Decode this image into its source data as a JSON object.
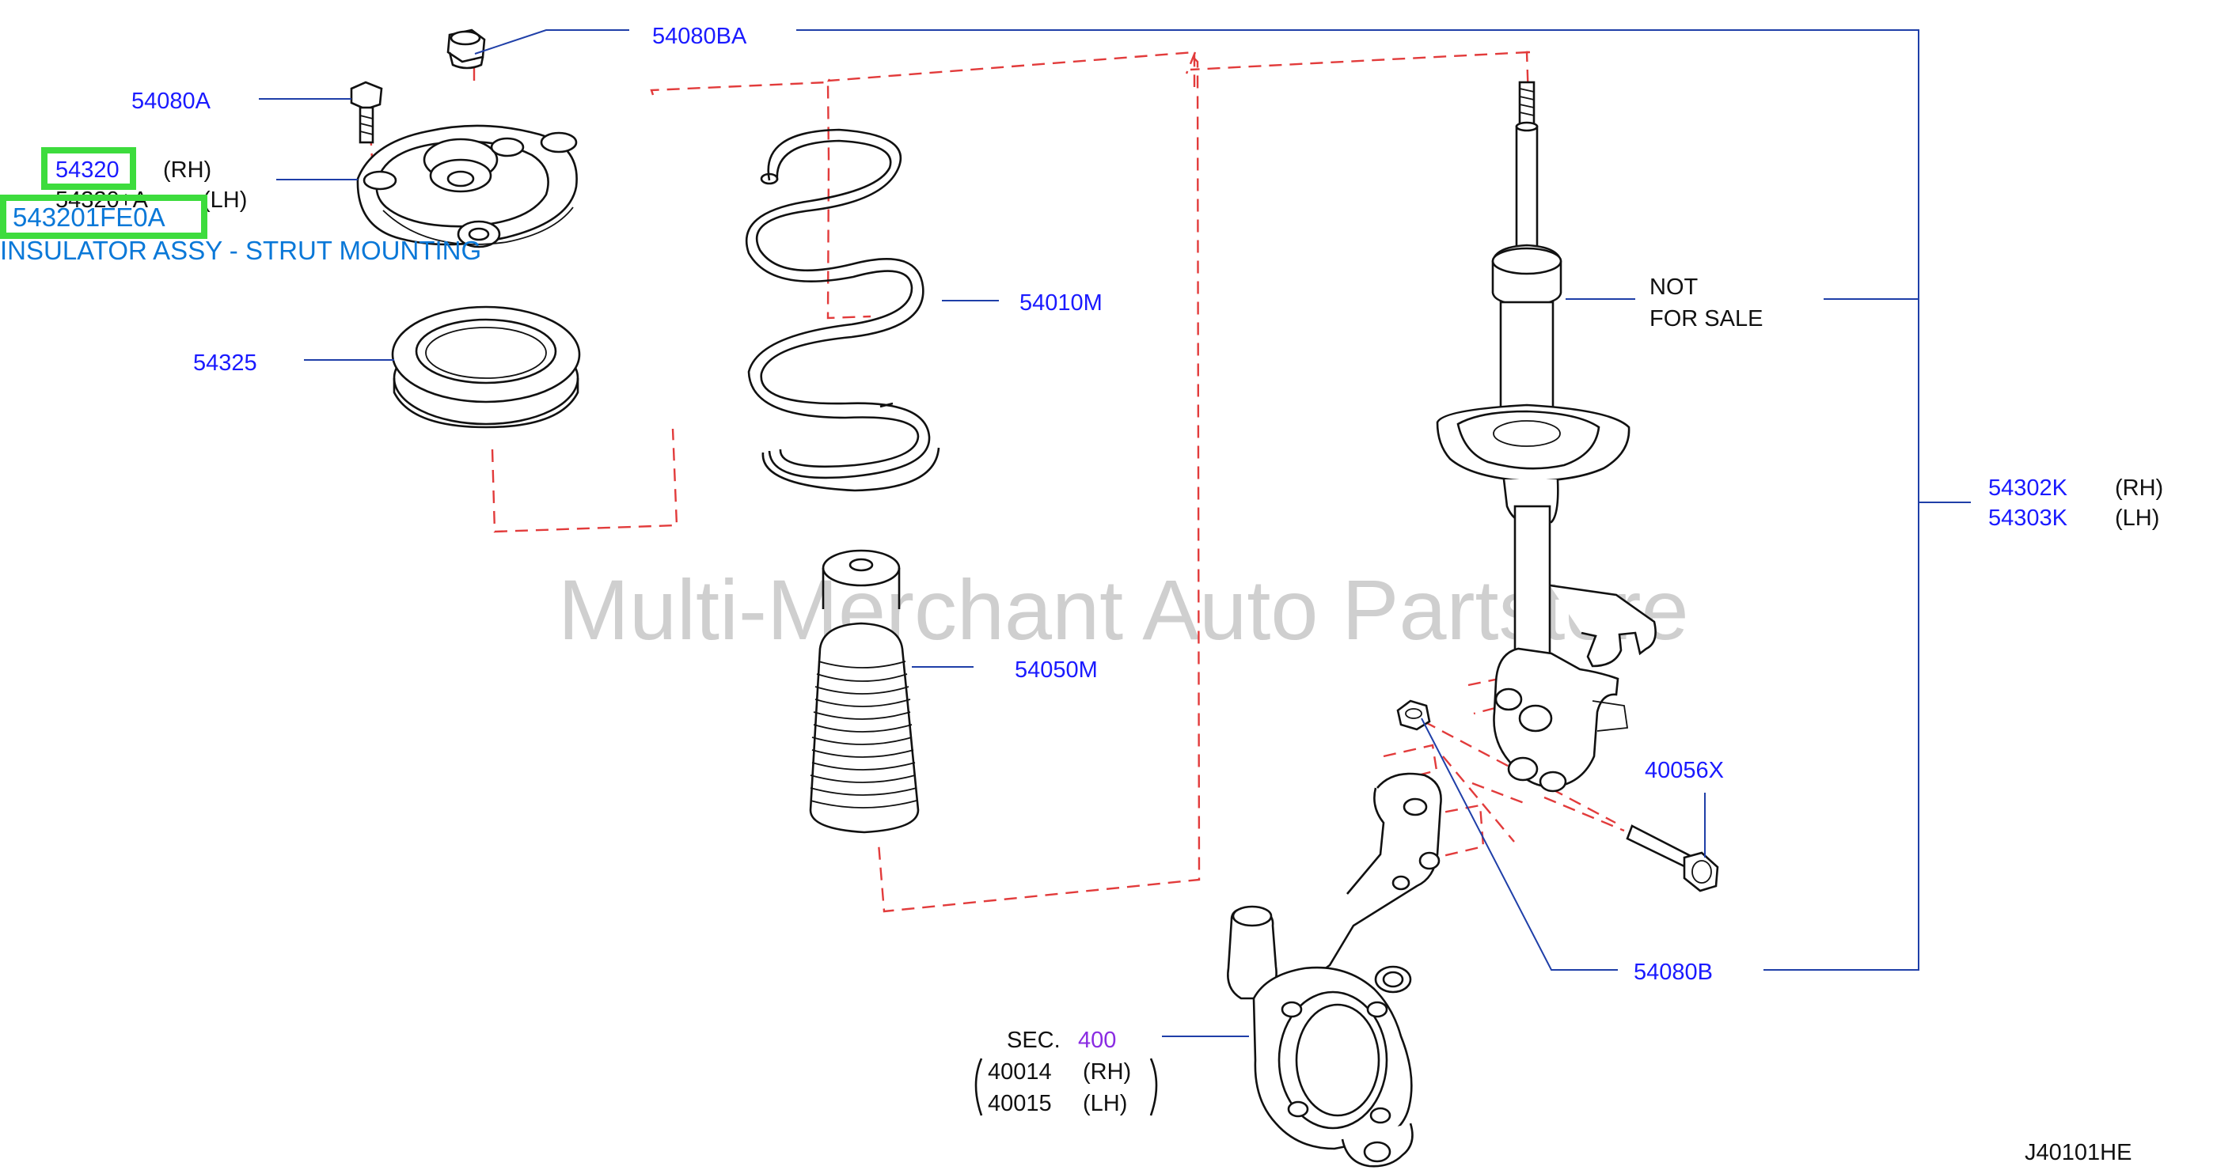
{
  "watermark": "Multi-Merchant Auto Partstore",
  "diagram_code": "J40101HE",
  "not_for_sale": {
    "line1": "NOT",
    "line2": "FOR  SALE"
  },
  "labels": {
    "bolt_upper": "54080A",
    "nut_upper": "54080BA",
    "insulator_rh": "54320",
    "insulator_rh_side": "(RH)",
    "insulator_lh": "54320+A",
    "insulator_lh_side": "(LH)",
    "bound_bumper_seat": "54325",
    "coil_spring": "54010M",
    "bound_bumper": "54050M",
    "strut_rh": "54302K",
    "strut_rh_side": "(RH)",
    "strut_lh": "54303K",
    "strut_lh_side": "(LH)",
    "knuckle_bolt": "40056X",
    "knuckle_nut": "54080B",
    "sec_label": "SEC.",
    "sec_number": "400",
    "knuckle_rh": "40014",
    "knuckle_rh_side": "(RH)",
    "knuckle_lh": "40015",
    "knuckle_lh_side": "(LH)"
  },
  "highlight": {
    "part_number": "543201FE0A",
    "description": "INSULATOR ASSY - STRUT MOUNTING"
  },
  "colors": {
    "label_blue": "#1a1aff",
    "leader": "#1f3fa8",
    "dash_red": "#e23b3b",
    "highlight_green": "#3ddc3d",
    "highlight_text": "#0a78d8",
    "sec_purple": "#8a2be2"
  }
}
